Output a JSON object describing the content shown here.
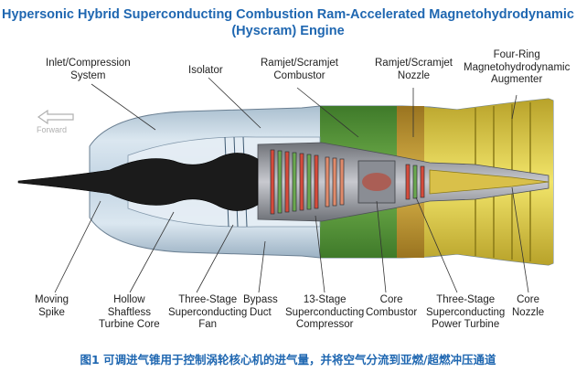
{
  "title": {
    "line1": "Hypersonic Hybrid Superconducting Combustion Ram-Accelerated Magnetohydrodynamic",
    "line2": "(Hyscram) Engine"
  },
  "direction_label": "Forward",
  "top_labels": {
    "inlet": [
      "Inlet/Compression",
      "System"
    ],
    "isolator": [
      "Isolator"
    ],
    "combustor": [
      "Ramjet/Scramjet",
      "Combustor"
    ],
    "nozzle": [
      "Ramjet/Scramjet",
      "Nozzle"
    ],
    "augmenter": [
      "Four-Ring",
      "Magnetohydrodynamic",
      "Augmenter"
    ]
  },
  "bottom_labels": {
    "spike": [
      "Moving",
      "Spike"
    ],
    "turbine_core": [
      "Hollow",
      "Shaftless",
      "Turbine Core"
    ],
    "fan": [
      "Three-Stage",
      "Superconducting",
      "Fan"
    ],
    "bypass": [
      "Bypass",
      "Duct"
    ],
    "compressor": [
      "13-Stage",
      "Superconducting",
      "Compressor"
    ],
    "core_combustor": [
      "Core",
      "Combustor"
    ],
    "power_turbine": [
      "Three-Stage",
      "Superconducting",
      "Power Turbine"
    ],
    "core_nozzle": [
      "Core",
      "Nozzle"
    ]
  },
  "caption": "图1 可调进气锥用于控制涡轮核心机的进气量，并将空气分流到亚燃/超燃冲压通道",
  "colors": {
    "title": "#1f67b1",
    "nacelle": "#c9dbe9",
    "combustor_section": "#5d9a3c",
    "nozzle_section": "#c49a2e",
    "augmenter_section": "#e0cf4a",
    "core": "#a8a8ae",
    "spike": "#1b1b1b"
  }
}
